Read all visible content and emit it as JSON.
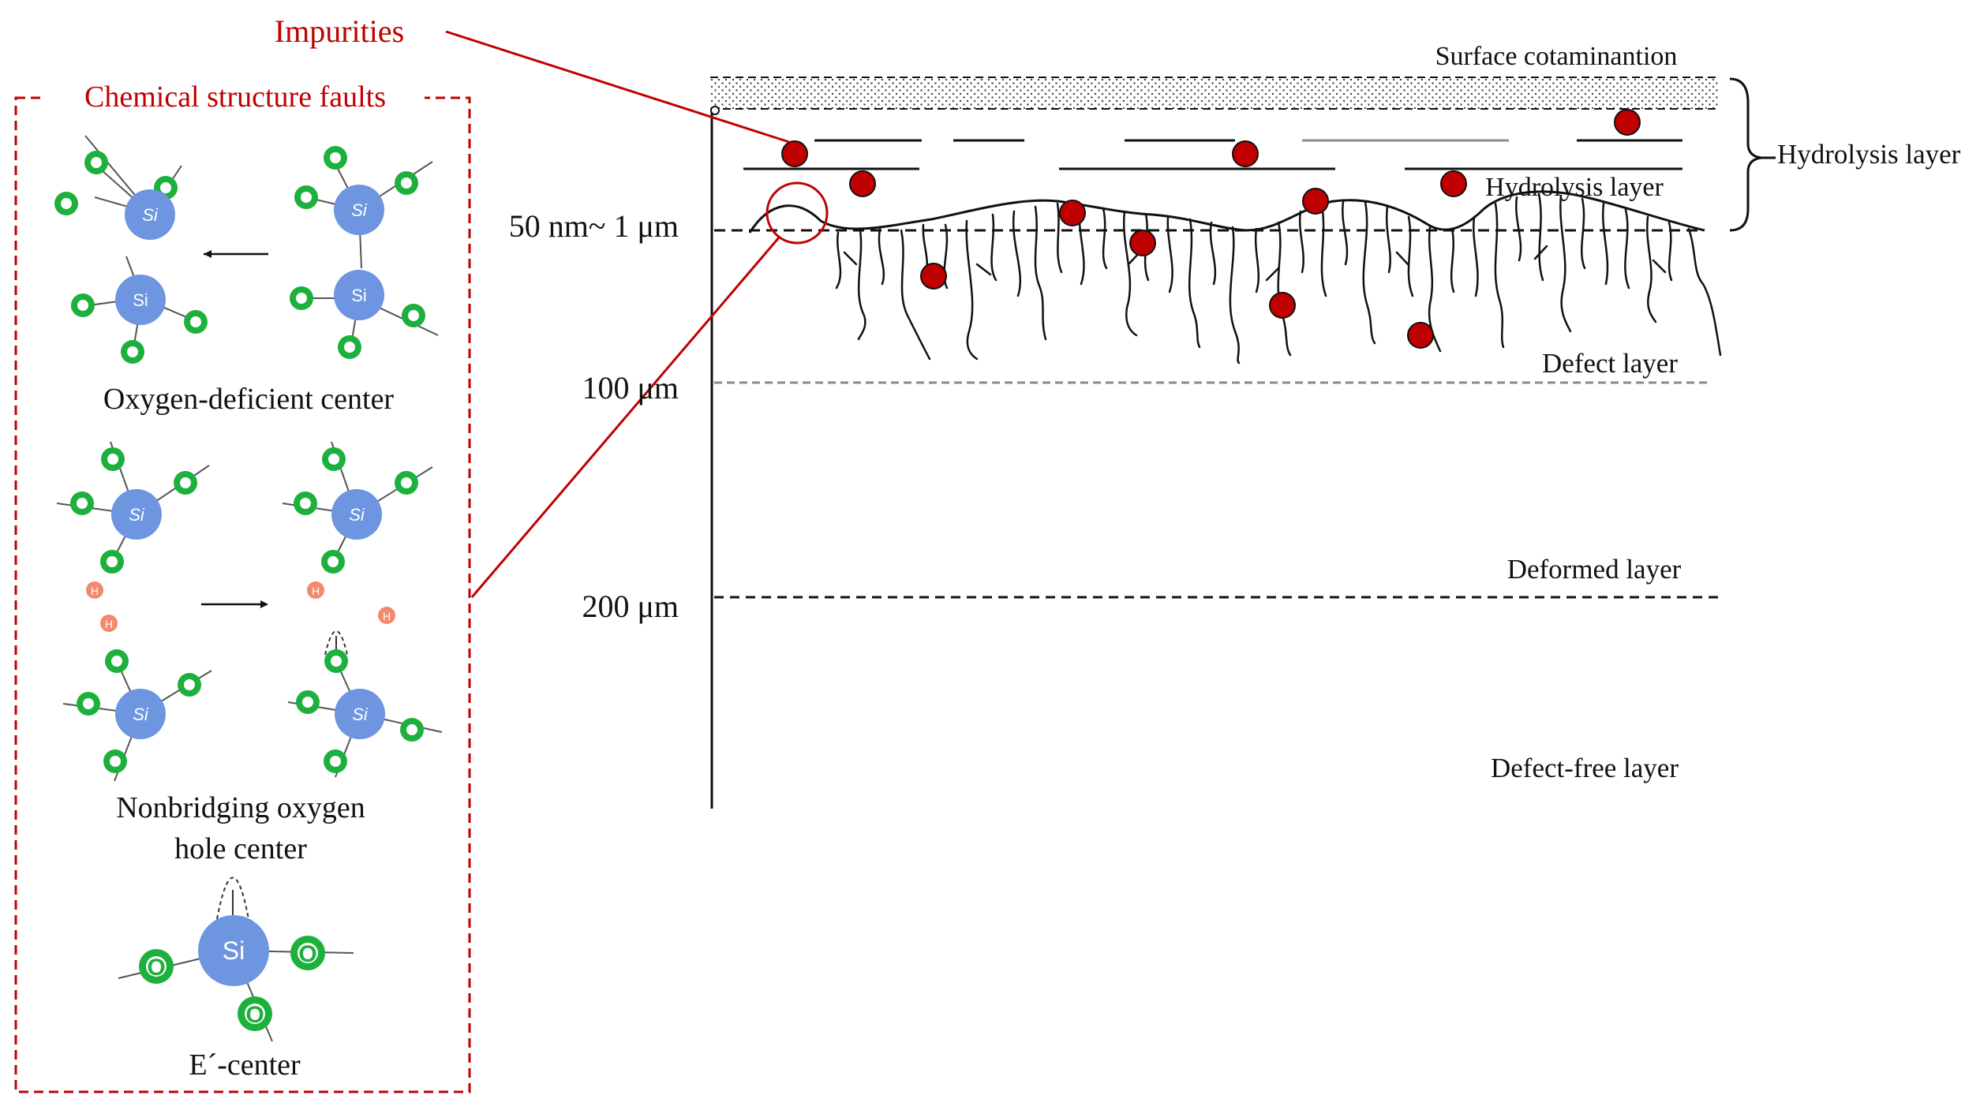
{
  "impurities_label": "Impurities",
  "panel": {
    "title": "Chemical structure faults",
    "oxygen_deficient": "Oxygen-deficient center",
    "nbohc_line1": "Nonbridging oxygen",
    "nbohc_line2": "hole center",
    "e_center": "E´-center"
  },
  "atoms": {
    "si": "Si",
    "o": "O",
    "h": "H"
  },
  "layers": {
    "surface": "Surface cotaminantion",
    "hydrolysis_bracket": "Hydrolysis layer",
    "hydrolysis_inner": "Hydrolysis layer",
    "defect": "Defect layer",
    "deformed": "Deformed layer",
    "defect_free": "Defect-free layer"
  },
  "depths": {
    "d1": "50 nm~ 1 μm",
    "d2": "100 μm",
    "d3": "200 μm"
  },
  "colors": {
    "accent_red": "#c00000",
    "impurity_fill": "#c00000",
    "oxygen_green": "#1db03c",
    "silicon_blue": "#6d95e0",
    "hydrogen_orange": "#f3896f",
    "line": "#111111",
    "gray_line": "#8a8a8a"
  }
}
